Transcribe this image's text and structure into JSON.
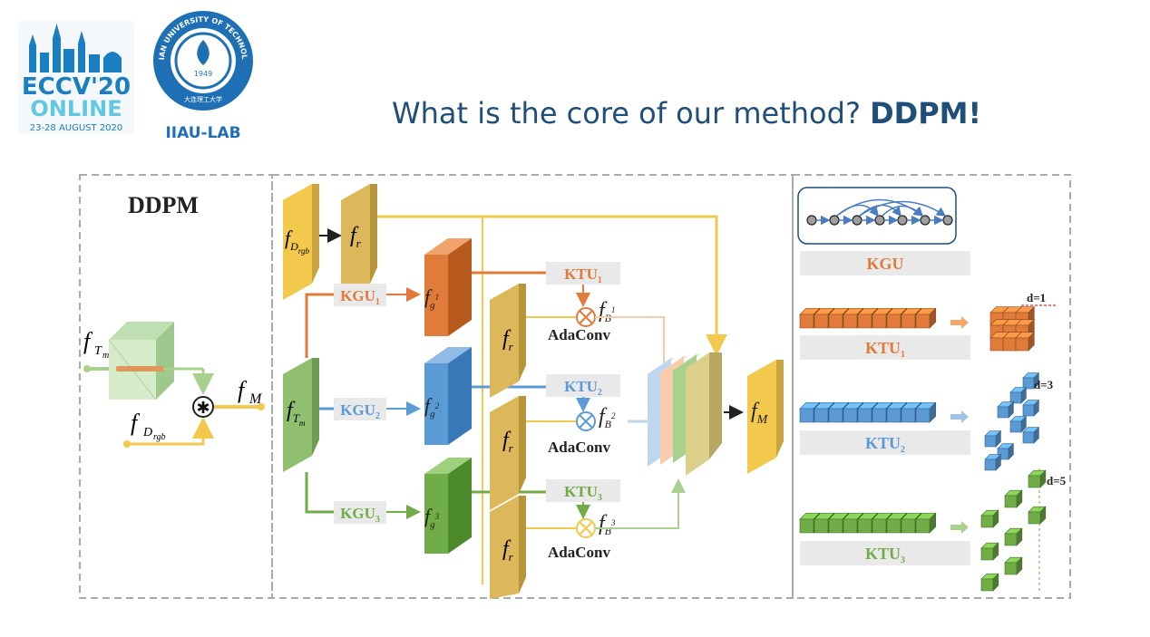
{
  "logos": {
    "eccv_line1": "ECCV'20",
    "eccv_line2": "ONLINE",
    "eccv_line3": "23-28 AUGUST 2020",
    "dut_ring_text": "DALIAN UNIVERSITY OF TECHNOLOGY",
    "dut_year": "1949",
    "dut_chinese": "大连理工大学",
    "lab_name": "IIAU-LAB"
  },
  "title": {
    "text": "What is the core of our method? ",
    "emphasis": "DDPM!"
  },
  "diagram": {
    "panel_left_title": "DDPM",
    "kgu_labels": [
      "KGU",
      "KGU",
      "KGU"
    ],
    "kgu_subs": [
      "1",
      "2",
      "3"
    ],
    "ktu_labels": [
      "KTU",
      "KTU",
      "KTU"
    ],
    "ktu_subs": [
      "1",
      "2",
      "3"
    ],
    "adaconv_label": "AdaConv",
    "kgu_legend": "KGU",
    "dilations": [
      "d=1",
      "d=3",
      "d=5"
    ],
    "colors": {
      "orange": "#e07b39",
      "blue": "#5b9bd5",
      "green": "#70ad47",
      "yellow": "#f2c94c",
      "gold": "#dcb85a",
      "chip": "#e9e9e9"
    }
  }
}
